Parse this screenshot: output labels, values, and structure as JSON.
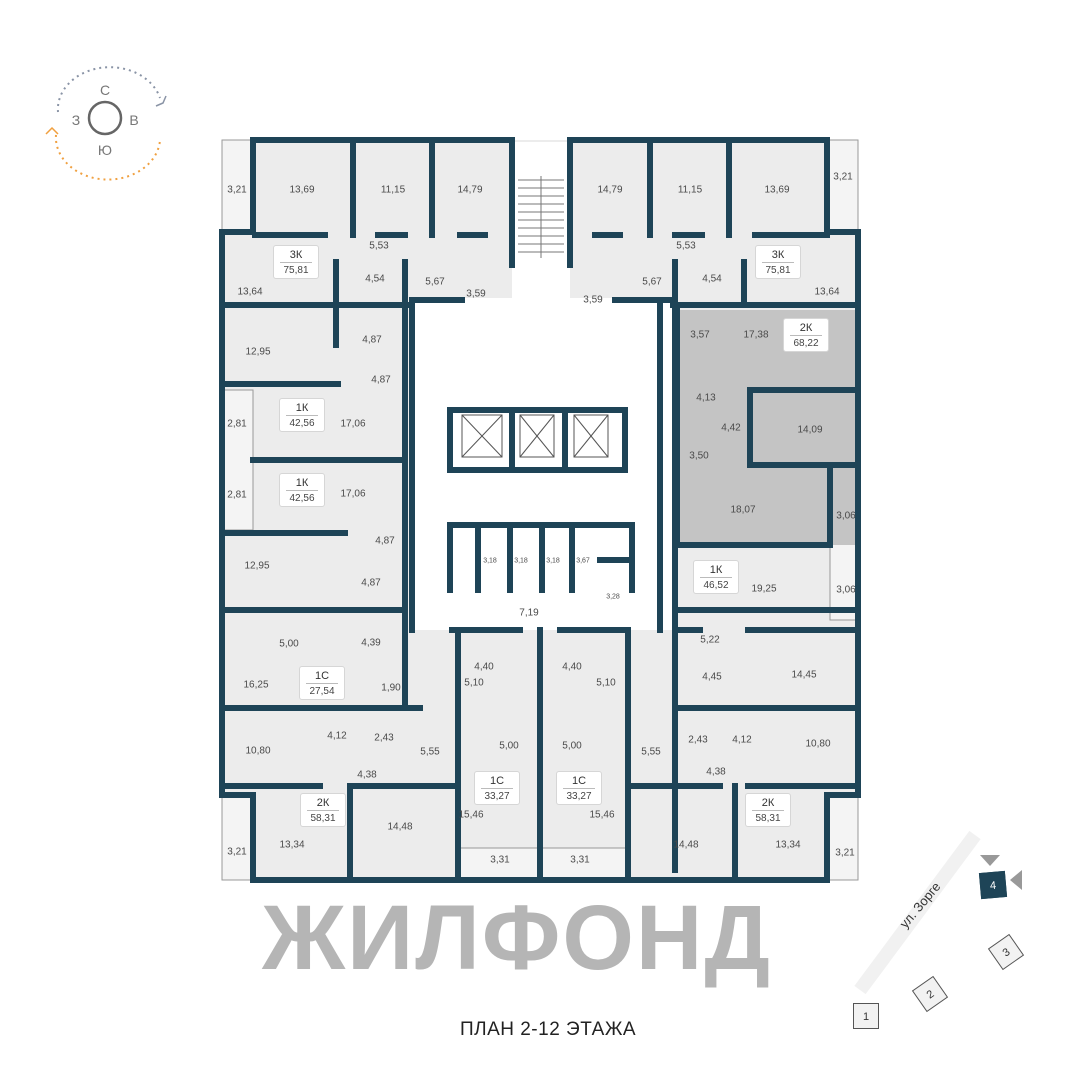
{
  "compass": {
    "north": "С",
    "west": "З",
    "east": "В",
    "south": "Ю"
  },
  "watermark": "ЖИЛФОНД",
  "title": "ПЛАН 2-12 ЭТАЖА",
  "colors": {
    "wall": "#1e4457",
    "room": "#ececec",
    "highlight": "#c4c4c4",
    "rotate_cw": "#8a94a6",
    "rotate_ccw": "#f0a040"
  },
  "areas": [
    "3,21",
    "13,69",
    "11,15",
    "14,79",
    "5,53",
    "4,54",
    "13,64",
    "5,67",
    "3,59",
    "14,79",
    "11,15",
    "13,69",
    "3,21",
    "5,53",
    "4,54",
    "13,64",
    "5,67",
    "3,59",
    "12,95",
    "4,87",
    "4,87",
    "2,81",
    "17,06",
    "2,81",
    "17,06",
    "4,87",
    "12,95",
    "4,87",
    "5,00",
    "4,39",
    "16,25",
    "1,90",
    "10,80",
    "4,12",
    "2,43",
    "5,55",
    "4,38",
    "13,34",
    "14,48",
    "3,21",
    "17,38",
    "3,57",
    "4,13",
    "4,42",
    "14,09",
    "3,50",
    "18,07",
    "3,06",
    "19,25",
    "3,06",
    "5,22",
    "4,45",
    "14,45",
    "2,43",
    "4,12",
    "10,80",
    "5,55",
    "4,38",
    "14,48",
    "13,34",
    "3,21",
    "3,18",
    "3,18",
    "3,18",
    "3,67",
    "3,28",
    "7,19",
    "4,40",
    "4,40",
    "5,10",
    "5,10",
    "5,00",
    "5,00",
    "15,46",
    "15,46",
    "3,31",
    "3,31"
  ],
  "apartments": [
    {
      "type": "3К",
      "area": "75,81"
    },
    {
      "type": "3К",
      "area": "75,81"
    },
    {
      "type": "2К",
      "area": "68,22"
    },
    {
      "type": "1К",
      "area": "42,56"
    },
    {
      "type": "1К",
      "area": "42,56"
    },
    {
      "type": "1К",
      "area": "46,52"
    },
    {
      "type": "1С",
      "area": "27,54"
    },
    {
      "type": "2К",
      "area": "58,31"
    },
    {
      "type": "2К",
      "area": "58,31"
    },
    {
      "type": "1С",
      "area": "33,27"
    },
    {
      "type": "1С",
      "area": "33,27"
    }
  ],
  "site_map": {
    "street": "ул. Зорге",
    "buildings": [
      "1",
      "2",
      "3",
      "4"
    ],
    "active_building": "4"
  }
}
